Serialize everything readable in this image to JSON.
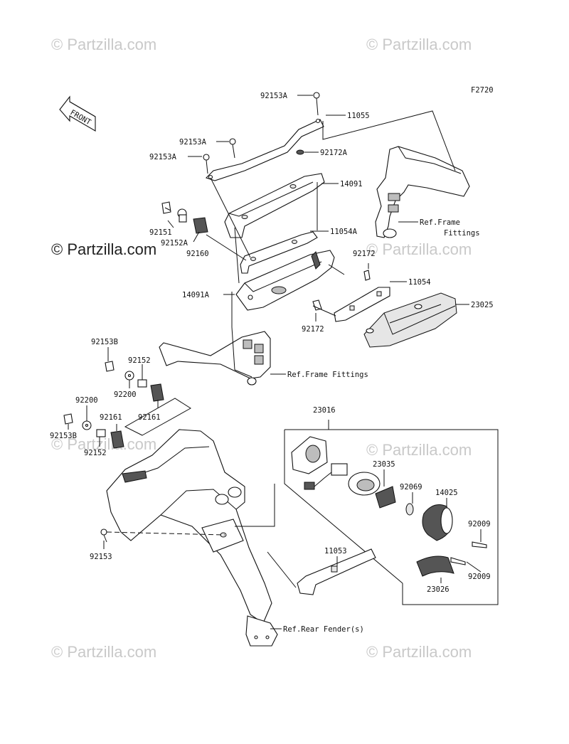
{
  "figure_code": "F2720",
  "front_arrow_text": "FRONT",
  "watermark": "© Partzilla.com",
  "labels": {
    "p92153A_top": "92153A",
    "p11055": "11055",
    "p92153A_mid": "92153A",
    "p92153A_left": "92153A",
    "p92172A": "92172A",
    "p14091": "14091",
    "p92151": "92151",
    "p92152A": "92152A",
    "p92160": "92160",
    "p11054A": "11054A",
    "ref_frame_1a": "Ref.Frame",
    "ref_frame_1b": "Fittings",
    "p92172_upper": "92172",
    "p11054": "11054",
    "p14091A": "14091A",
    "p23025": "23025",
    "p92172_lower": "92172",
    "p92153B_top": "92153B",
    "p92152_top": "92152",
    "ref_frame_2": "Ref.Frame Fittings",
    "p92200_right": "92200",
    "p92200_left": "92200",
    "p92161_left": "92161",
    "p92161_right": "92161",
    "p92153B_left": "92153B",
    "p92152_bottom": "92152",
    "p23016": "23016",
    "p23035": "23035",
    "p92069": "92069",
    "p14025": "14025",
    "p92009_upper": "92009",
    "p92009_lower": "92009",
    "p11053": "11053",
    "p23026": "23026",
    "p92153": "92153",
    "ref_rear_fender": "Ref.Rear Fender(s)"
  }
}
